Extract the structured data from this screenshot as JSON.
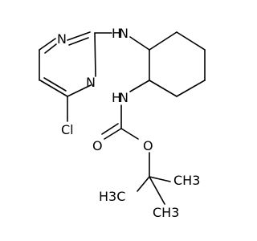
{
  "molecule": {
    "atoms": {
      "n_pyrimidine_top": "N",
      "n_pyrimidine_bottom": "N",
      "n_amine": "N",
      "h_amine": "H",
      "n_carbamate": "N",
      "h_carbamate": "H",
      "chlorine": "Cl",
      "o_carbonyl": "O",
      "o_ester": "O",
      "methyl_left": "H3C",
      "methyl_right": "CH3",
      "methyl_bottom": "CH3"
    }
  },
  "colors": {
    "bond": "#000000",
    "label": "#000000",
    "background": "#ffffff"
  }
}
